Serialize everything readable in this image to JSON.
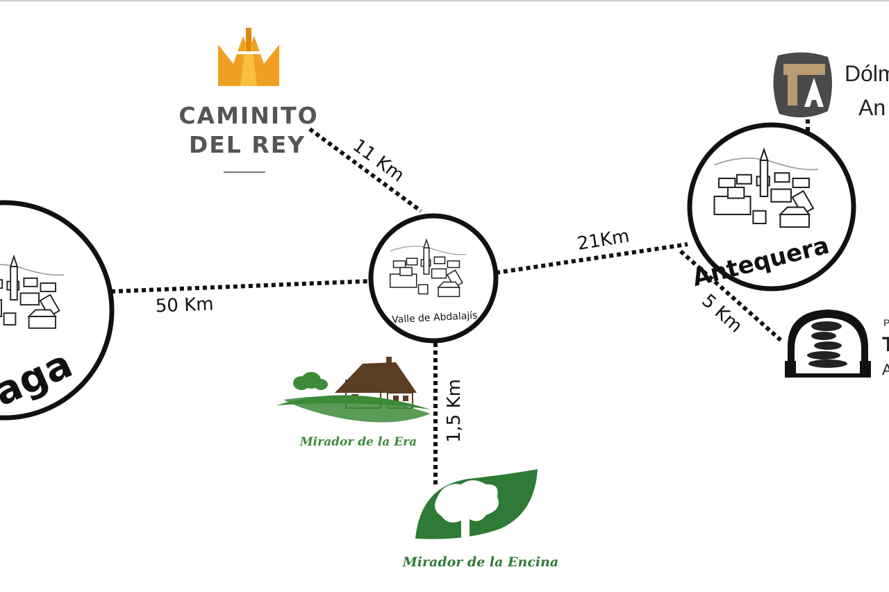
{
  "colors": {
    "route": "#111111",
    "mirador_green": "#3c8a3a",
    "encina_green": "#2f7a36",
    "house_brown": "#5a3d22",
    "crown_orange": "#f0a020",
    "dolmen_bg": "#4a4a4a",
    "brand_gray": "#555555"
  },
  "places": {
    "malaga": {
      "label": "aga"
    },
    "valle": {
      "label": "Valle de Abdalajís"
    },
    "antequera": {
      "label": "Antequera"
    },
    "caminito": {
      "line1": "CAMINITO",
      "line2": "DEL REY",
      "icon": "crown-icon"
    },
    "dolmenes": {
      "line1": "Dólm",
      "line2": "An",
      "icon": "dolmen-icon"
    },
    "torcal": {
      "line1": "P",
      "line2": "T",
      "line3": "A",
      "icon": "torcal-rock-icon"
    },
    "mirador_era": {
      "label": "Mirador de la Era",
      "icon": "house-icon"
    },
    "mirador_encina": {
      "label": "Mirador de la Encina",
      "icon": "leaf-tree-icon"
    }
  },
  "routes": {
    "malaga_valle": "50 Km",
    "caminito_valle": "11 Km",
    "valle_antequera": "21Km",
    "antequera_torcal": "5 Km",
    "valle_encina": "1,5 Km"
  }
}
